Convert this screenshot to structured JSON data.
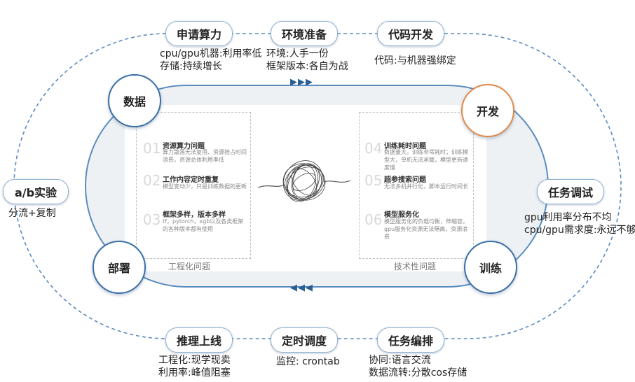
{
  "colors": {
    "loop": "#5b8cc0",
    "accent_blue": "#3a6fa8",
    "accent_orange": "#e08a4a",
    "arrow": "#2b5f94"
  },
  "top_steps": [
    {
      "label": "申请算力",
      "notes": [
        "cpu/gpu机器:利用率低",
        "存储:持续增长"
      ]
    },
    {
      "label": "环境准备",
      "notes": [
        "环境:人手一份",
        "框架版本:各自为战"
      ]
    },
    {
      "label": "代码开发",
      "notes": [
        "代码:与机器强绑定"
      ]
    }
  ],
  "bottom_steps": [
    {
      "label": "推理上线",
      "notes": [
        "工程化:现学现卖",
        "利用率:峰值阻塞"
      ]
    },
    {
      "label": "定时调度",
      "notes": [
        "监控: crontab"
      ]
    },
    {
      "label": "任务编排",
      "notes": [
        "协同:语言交流",
        "数据流转:分散cos存储"
      ]
    }
  ],
  "left_step": {
    "label": "a/b实验",
    "notes": [
      "分流+复制"
    ]
  },
  "right_step": {
    "label": "任务调试",
    "notes": [
      "gpu利用率分布不均",
      "cpu/gpu需求度:永远不够"
    ]
  },
  "circles": {
    "data": "数据",
    "dev": "开发",
    "deploy": "部署",
    "train": "训练"
  },
  "arrows": {
    "top": "▶▶▶",
    "bottom": "◀◀◀"
  },
  "left_box": {
    "caption": "工程化问题",
    "items": [
      {
        "num": "01",
        "title": "资源算力问题",
        "desc": "算力散落无法复用、资源抢占时间浪费，资源总体利用率低"
      },
      {
        "num": "02",
        "title": "工作内容定时重复",
        "desc": "模型变动少，只是训练数据的更新"
      },
      {
        "num": "03",
        "title": "框架多样，版本多样",
        "desc": "tf，pytorch，xgb以及各类框架的各种版本都有使用"
      }
    ]
  },
  "right_box": {
    "caption": "技术性问题",
    "items": [
      {
        "num": "04",
        "title": "训练耗时问题",
        "desc": "数据量大，训练非常耗时；训练模型大，单机无法承载，模型更新速度慢"
      },
      {
        "num": "05",
        "title": "超参搜索问题",
        "desc": "无法多机并行化，脚本运行时间长"
      },
      {
        "num": "06",
        "title": "模型服务化",
        "desc": "模型服务化的负载均衡，伸缩容。gpu服务化资源无法隔离，资源浪费"
      }
    ]
  }
}
